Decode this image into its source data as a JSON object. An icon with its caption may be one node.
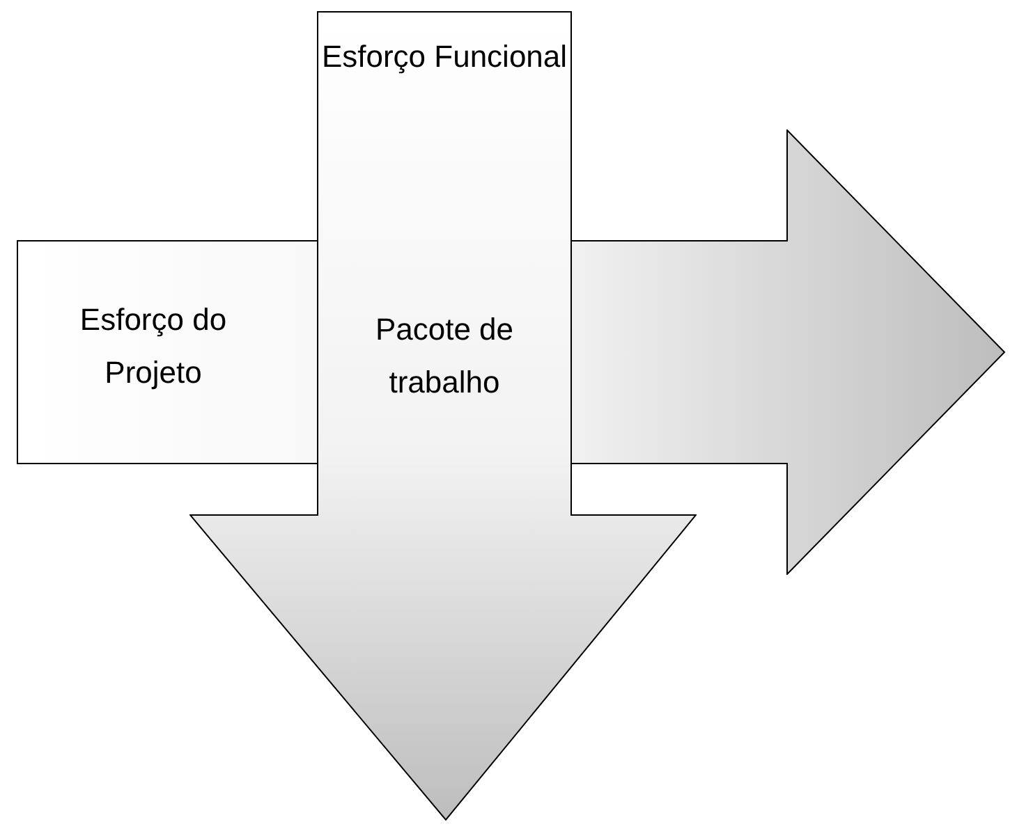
{
  "diagram": {
    "nodes": [
      {
        "text": [
          "Esforço do Projeto"
        ]
      },
      {
        "text": [
          "Esforço Funcional",
          "Pacote de trabalho"
        ]
      }
    ]
  }
}
